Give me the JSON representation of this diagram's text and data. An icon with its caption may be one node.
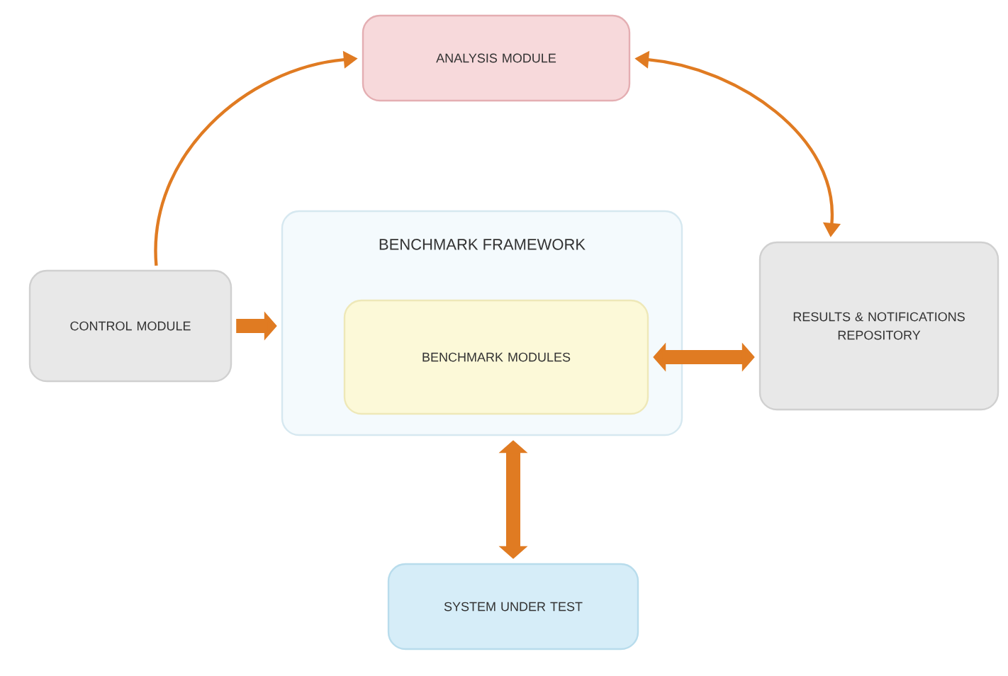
{
  "diagram": {
    "nodes": [
      {
        "text": [
          "ANALYSIS MODULE"
        ]
      },
      {
        "text": [
          "CONTROL MODULE"
        ]
      },
      {
        "text": [
          "BENCHMARK FRAMEWORK"
        ]
      },
      {
        "text": [
          "BENCHMARK MODULES"
        ],
        "in": 2
      },
      {
        "text": [
          "RESULTS & NOTIFICATIONS REPOSITORY"
        ]
      },
      {
        "text": [
          "SYSTEM UNDER TEST"
        ]
      }
    ],
    "edges": [
      {
        "from": 1,
        "to": 0,
        "arrow": "to"
      },
      {
        "from": 0,
        "to": 4,
        "arrow": "both"
      },
      {
        "from": 1,
        "to": 2,
        "arrow": "to"
      },
      {
        "from": 3,
        "to": 4,
        "arrow": "both"
      },
      {
        "from": 2,
        "to": 5,
        "arrow": "both"
      }
    ]
  }
}
